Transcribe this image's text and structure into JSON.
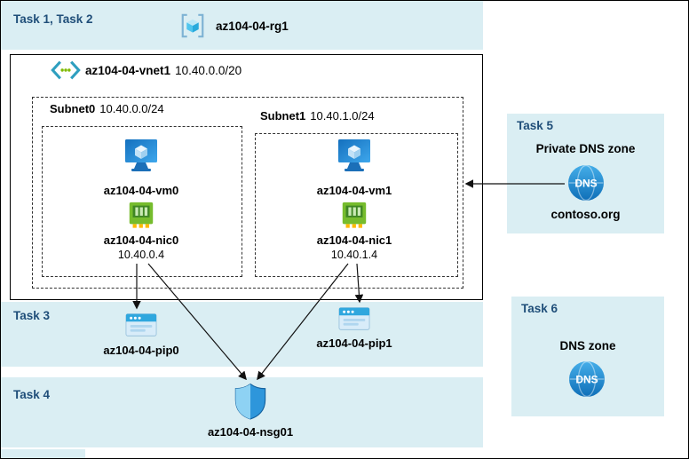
{
  "colors": {
    "band_bg": "#DAEEF3",
    "task_label_color": "#1F4E79",
    "connector": "#111111"
  },
  "header": {
    "task_label": "Task 1, Task 2",
    "resource_group": {
      "icon": "resource-group-icon",
      "name": "az104-04-rg1"
    }
  },
  "vnet": {
    "icon": "vnet-icon",
    "name": "az104-04-vnet1",
    "cidr": "10.40.0.0/20"
  },
  "subnets": [
    {
      "name": "Subnet0",
      "cidr": "10.40.0.0/24",
      "vm": {
        "icon": "vm-icon",
        "name": "az104-04-vm0"
      },
      "nic": {
        "icon": "nic-icon",
        "name": "az104-04-nic0",
        "ip": "10.40.0.4"
      }
    },
    {
      "name": "Subnet1",
      "cidr": "10.40.1.0/24",
      "vm": {
        "icon": "vm-icon",
        "name": "az104-04-vm1"
      },
      "nic": {
        "icon": "nic-icon",
        "name": "az104-04-nic1",
        "ip": "10.40.1.4"
      }
    }
  ],
  "task3": {
    "task_label": "Task 3",
    "pip0": {
      "icon": "public-ip-icon",
      "name": "az104-04-pip0"
    },
    "pip1": {
      "icon": "public-ip-icon",
      "name": "az104-04-pip1"
    }
  },
  "task4": {
    "task_label": "Task 4",
    "nsg": {
      "icon": "nsg-shield-icon",
      "name": "az104-04-nsg01"
    }
  },
  "task5": {
    "task_label": "Task 5",
    "title": "Private DNS zone",
    "icon": "dns-icon",
    "zone": "contoso.org"
  },
  "task6": {
    "task_label": "Task 6",
    "title": "DNS zone",
    "icon": "dns-icon"
  }
}
